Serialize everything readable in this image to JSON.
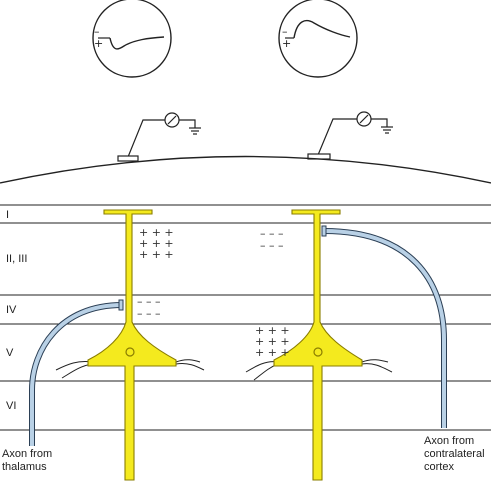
{
  "colors": {
    "neuron": "#f4ea1e",
    "neuron_outline": "#8a7d00",
    "axon": "#b9d1e6",
    "axon_outline": "#2b3f55",
    "line": "#222222"
  },
  "layers": [
    "I",
    "II, III",
    "IV",
    "V",
    "VI"
  ],
  "captions": {
    "thalamus": [
      "Axon from",
      "thalamus"
    ],
    "contralateral": [
      "Axon from",
      "contralateral",
      "cortex"
    ]
  },
  "signs": {
    "plus": "+ + +",
    "minus": "– – –"
  },
  "oscilloscopes": {
    "minus": "–",
    "plus": "+"
  },
  "icons": [
    "oscilloscope-icon",
    "voltmeter-icon",
    "ground-icon",
    "electrode-icon"
  ]
}
